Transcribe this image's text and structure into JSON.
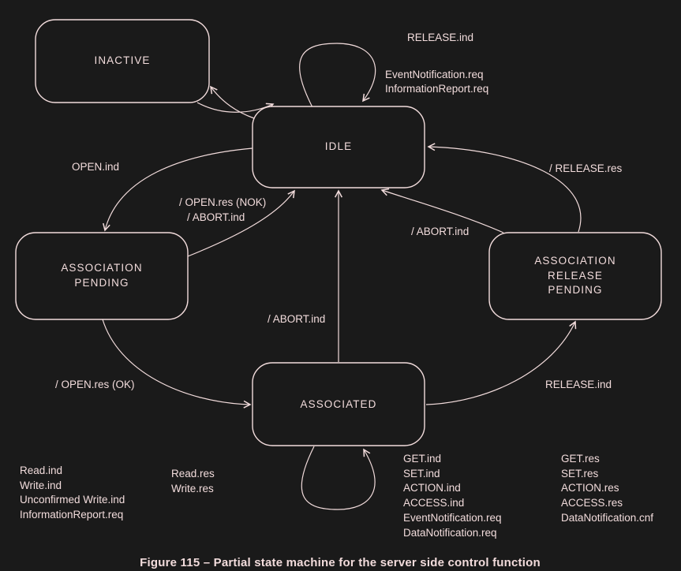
{
  "colors": {
    "background": "#1a1a1a",
    "foreground": "#f2dcdc"
  },
  "caption": "Figure 115 – Partial state machine for the server side control function",
  "states": {
    "inactive": {
      "label": "INACTIVE"
    },
    "idle": {
      "label": "IDLE"
    },
    "association_pending": {
      "line1": "ASSOCIATION",
      "line2": "PENDING"
    },
    "association_release_pending": {
      "line1": "ASSOCIATION",
      "line2": "RELEASE",
      "line3": "PENDING"
    },
    "associated": {
      "label": "ASSOCIATED"
    }
  },
  "transitions": {
    "idle_self_release_ind": "RELEASE.ind",
    "idle_self_event_notification": "EventNotification.req",
    "idle_self_information_report": "InformationReport.req",
    "open_ind": "OPEN.ind",
    "open_res_nok": "/ OPEN.res (NOK)",
    "abort_ind_pending": "/ ABORT.ind",
    "abort_ind_release": "/ ABORT.ind",
    "release_res": "/ RELEASE.res",
    "abort_ind_associated": "/ ABORT.ind",
    "open_res_ok": "/ OPEN.res (OK)",
    "release_ind": "RELEASE.ind"
  },
  "associated_loop_labels": {
    "col1": [
      "Read.ind",
      "Write.ind",
      "Unconfirmed Write.ind",
      "InformationReport.req"
    ],
    "col2": [
      "Read.res",
      "Write.res"
    ],
    "col3": [
      "GET.ind",
      "SET.ind",
      "ACTION.ind",
      "ACCESS.ind",
      "EventNotification.req",
      "DataNotification.req"
    ],
    "col4": [
      "GET.res",
      "SET.res",
      "ACTION.res",
      "ACCESS.res",
      "DataNotification.cnf"
    ]
  }
}
